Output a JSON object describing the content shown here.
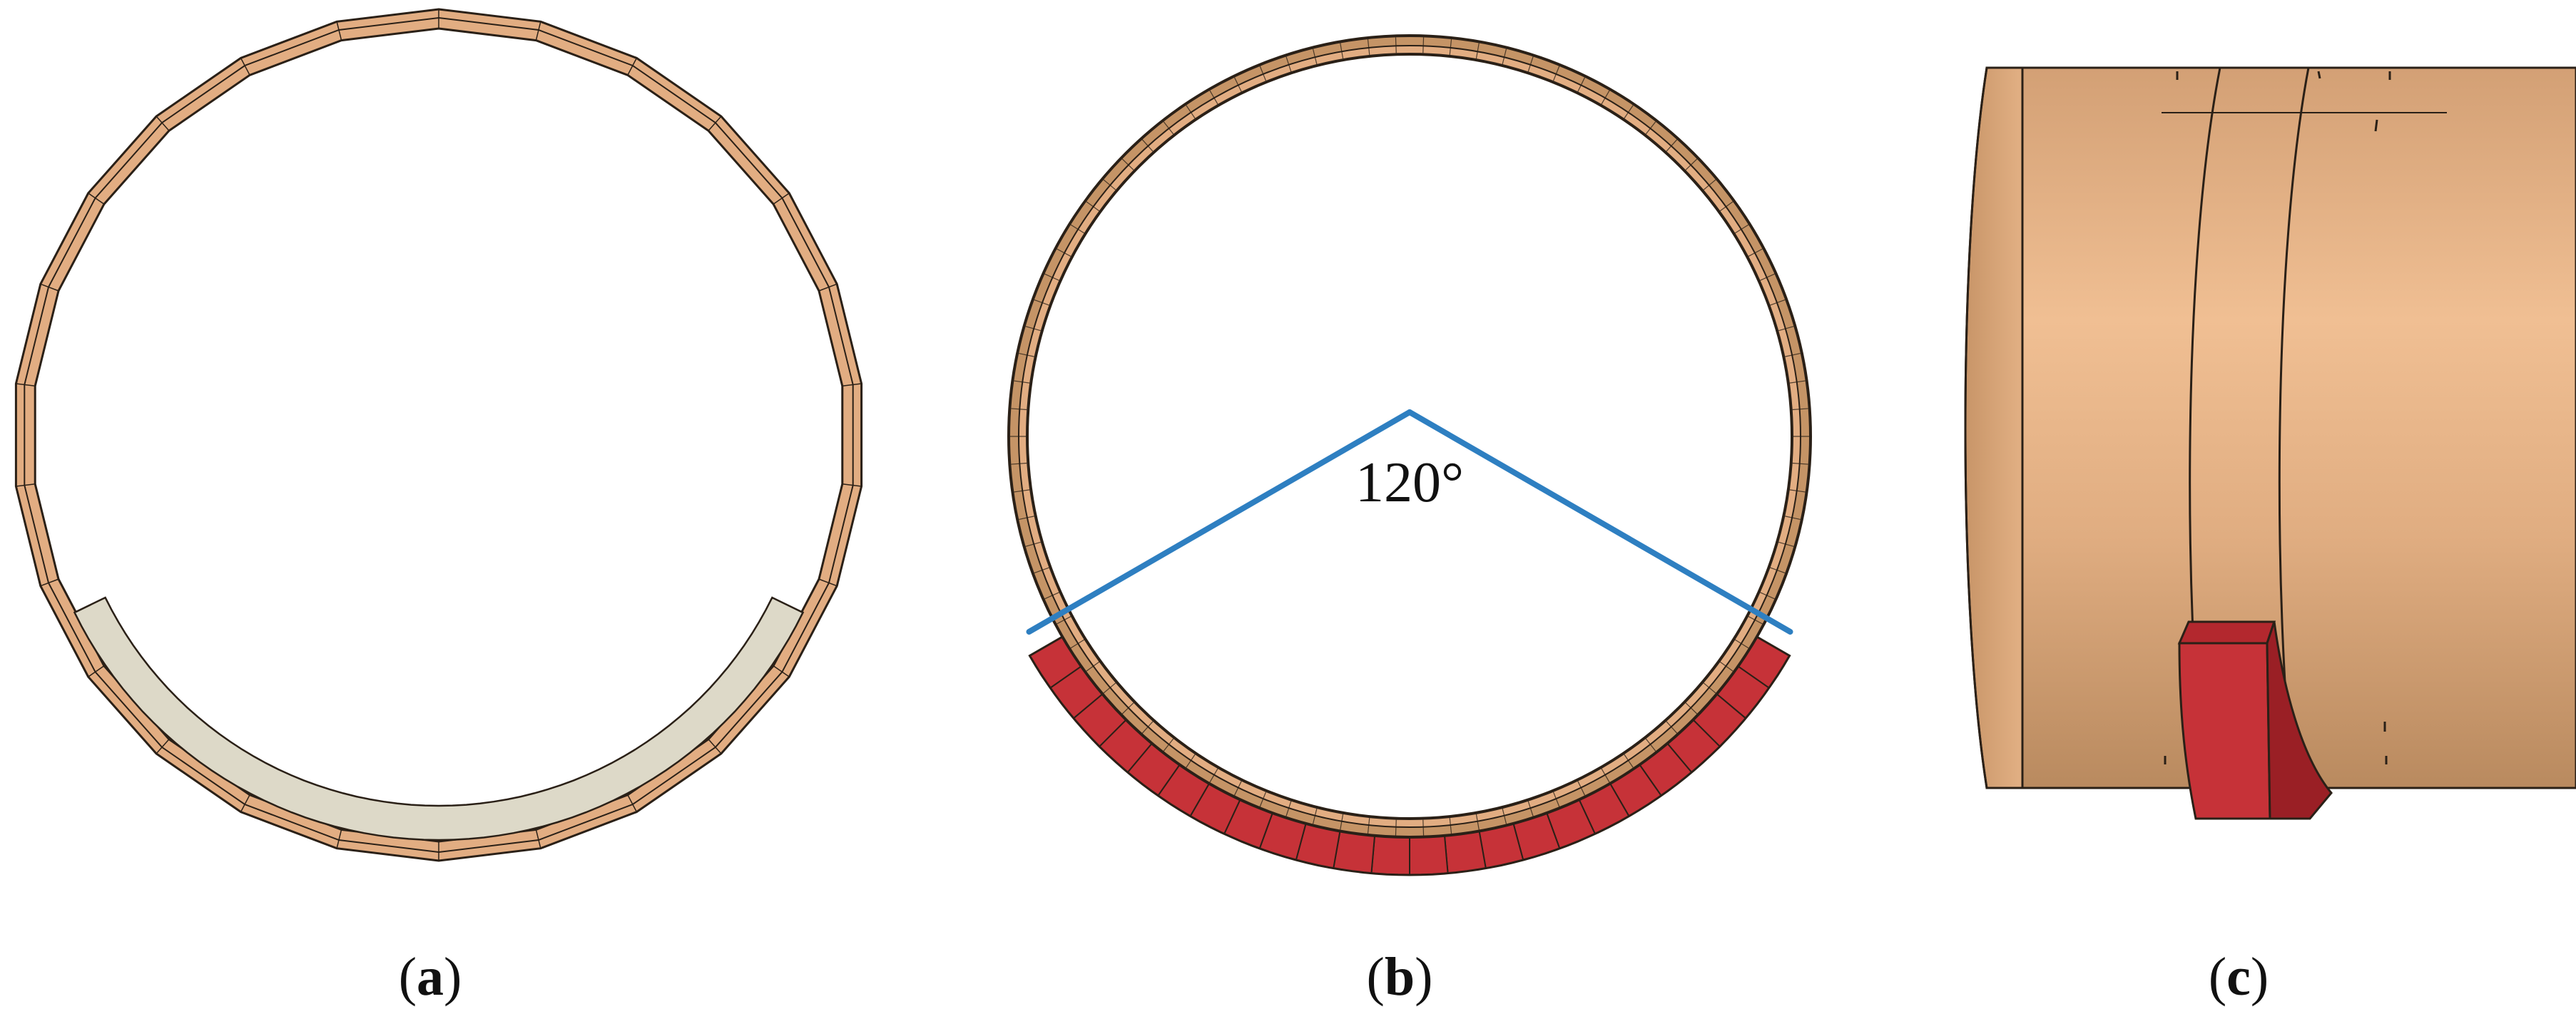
{
  "colors": {
    "pipe_tan": "#e2ad82",
    "pipe_tan_light": "#f0bf93",
    "pipe_tan_dark": "#c59466",
    "outline": "#2a2017",
    "liner_gray": "#ddd9c8",
    "support_red": "#c63238",
    "support_red_dark": "#9a1f25",
    "angle_blue": "#2e7fc1",
    "caption": "#111111"
  },
  "panels": [
    {
      "id": "a",
      "view": "front view ring with inner gray lining",
      "caption": {
        "open": "(",
        "letter": "a",
        "close": ")"
      }
    },
    {
      "id": "b",
      "view": "front view ring with red support segments",
      "angle_label": "120°",
      "angle_degrees": 120,
      "caption": {
        "open": "(",
        "letter": "b",
        "close": ")"
      }
    },
    {
      "id": "c",
      "view": "side view pipe with red saddle",
      "caption": {
        "open": "(",
        "letter": "c",
        "close": ")"
      }
    }
  ],
  "icons": {
    "ring": "ring-shape",
    "support": "saddle-support-shape"
  }
}
